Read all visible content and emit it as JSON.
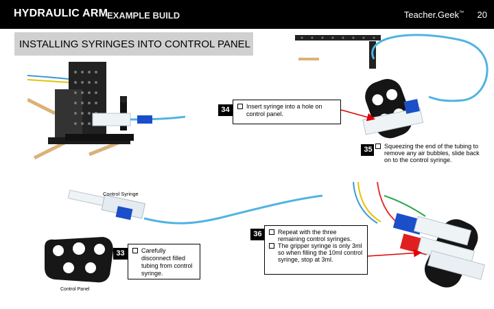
{
  "header": {
    "title": "HYDRAULIC ARM",
    "subtitle": "EXAMPLE BUILD",
    "brand": "Teacher.Geek",
    "brand_mark": "™",
    "page_number": "20"
  },
  "section": {
    "title": "INSTALLING SYRINGES INTO CONTROL PANEL"
  },
  "steps": [
    {
      "number": "34",
      "items": [
        "Insert syringe into a hole on control panel."
      ]
    },
    {
      "number": "35",
      "items": [
        "Squeezing the end of the tubing to remove any air bubbles, slide back on to the control syringe."
      ]
    },
    {
      "number": "36",
      "items": [
        "Repeat with the three remaining control syringes.",
        "The gripper syringe is only 3ml so when filling the 10ml control syringe, stop at 3ml."
      ]
    },
    {
      "number": "33",
      "items": [
        "Carefully disconnect filled tubing from control syringe."
      ]
    }
  ],
  "captions": {
    "control_syringe": "Control Syringe",
    "control_panel": "Control Panel"
  },
  "colors": {
    "header_bg": "#000000",
    "section_bg": "#d0d0d0",
    "tubing": "#4fb3e3",
    "arrow": "#e00000",
    "syringe_plunger": "#1a4fc9"
  }
}
